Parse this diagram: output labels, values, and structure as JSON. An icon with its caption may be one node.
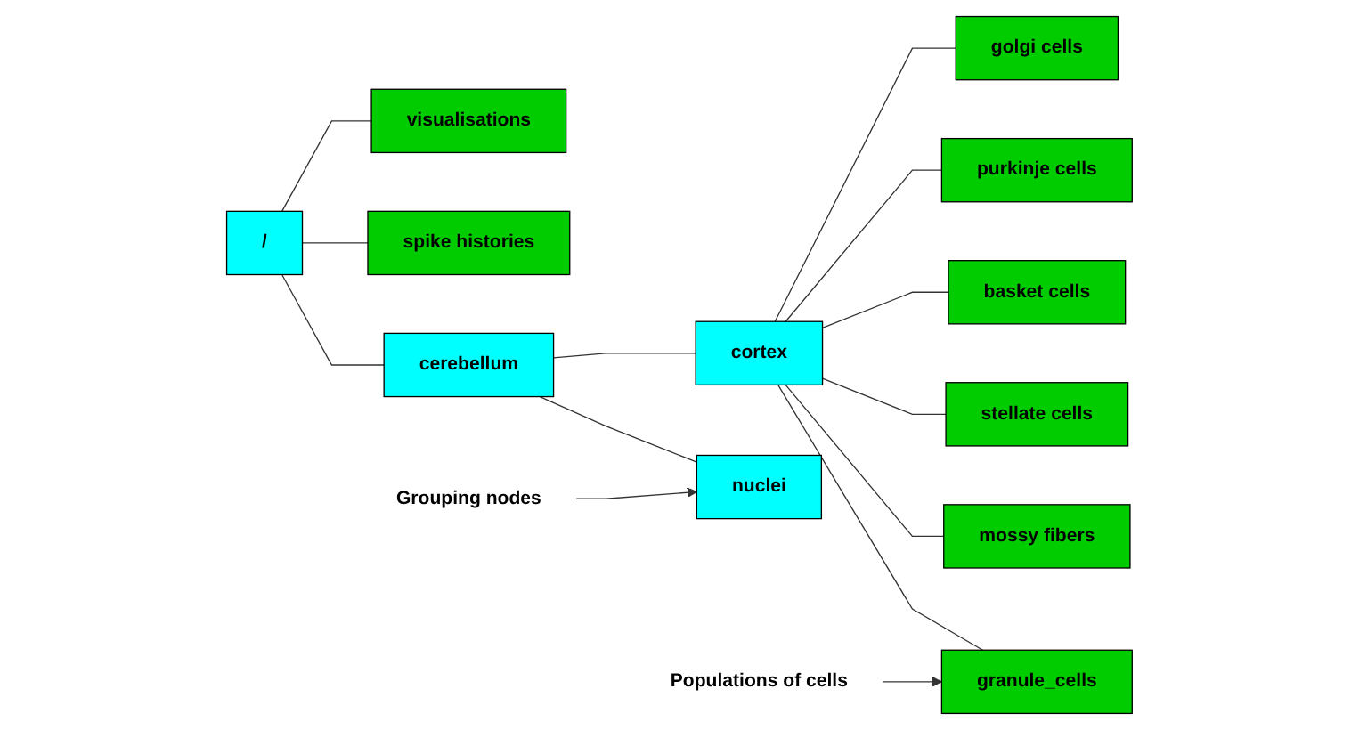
{
  "diagram": {
    "nodes": [
      {
        "text": [
          "/"
        ]
      },
      {
        "text": [
          "cerebellum"
        ]
      },
      {
        "text": [
          "nuclei"
        ]
      },
      {
        "text": [
          "cortex"
        ]
      },
      {
        "text": [
          "granule_cells"
        ]
      },
      {
        "text": [
          "mossy fibers"
        ]
      },
      {
        "text": [
          "stellate cells"
        ]
      },
      {
        "text": [
          "basket cells"
        ]
      },
      {
        "text": [
          "purkinje cells"
        ]
      },
      {
        "text": [
          "golgi cells"
        ]
      },
      {
        "text": [
          "spike histories"
        ]
      },
      {
        "text": [
          "visualisations"
        ]
      },
      {
        "text": [
          "Grouping nodes"
        ]
      },
      {
        "text": [
          "Populations of cells"
        ]
      }
    ],
    "edges": [
      {
        "from": 0,
        "to": 1,
        "arrow": "none"
      },
      {
        "from": 0,
        "to": 10,
        "arrow": "none"
      },
      {
        "from": 0,
        "to": 11,
        "arrow": "none"
      },
      {
        "from": 1,
        "to": 2,
        "arrow": "none"
      },
      {
        "from": 1,
        "to": 3,
        "arrow": "none"
      },
      {
        "from": 3,
        "to": 4,
        "arrow": "none"
      },
      {
        "from": 3,
        "to": 5,
        "arrow": "none"
      },
      {
        "from": 3,
        "to": 6,
        "arrow": "none"
      },
      {
        "from": 3,
        "to": 7,
        "arrow": "none"
      },
      {
        "from": 3,
        "to": 8,
        "arrow": "none"
      },
      {
        "from": 3,
        "to": 9,
        "arrow": "none"
      },
      {
        "from": 12,
        "to": 2,
        "arrow": "to"
      },
      {
        "from": 13,
        "to": 4,
        "arrow": "to"
      }
    ]
  }
}
